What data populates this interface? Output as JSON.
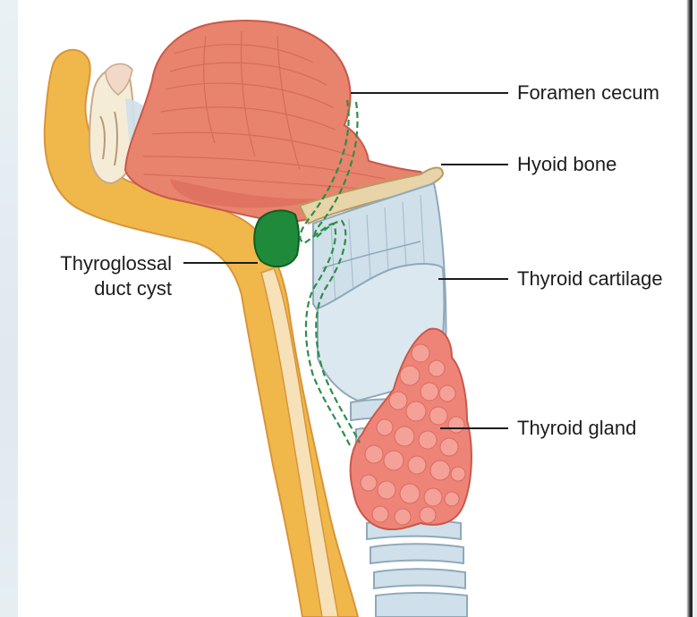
{
  "labels": {
    "foramen_cecum": "Foramen cecum",
    "hyoid_bone": "Hyoid bone",
    "thyroglossal_line1": "Thyroglossal",
    "thyroglossal_line2": "duct cyst",
    "thyroid_cartilage": "Thyroid cartilage",
    "thyroid_gland": "Thyroid gland"
  },
  "colors": {
    "tongue": "#e8836d",
    "tongue_dark": "#c9594a",
    "fat": "#f0b84a",
    "skin": "#f3d7a8",
    "cartilage": "#cfe0ea",
    "cartilage_dark": "#9fb9c9",
    "thyroid_gland": "#e9746a",
    "cyst": "#1f8a3a",
    "duct": "#3ea35a",
    "bone": "#f5ecd8"
  }
}
